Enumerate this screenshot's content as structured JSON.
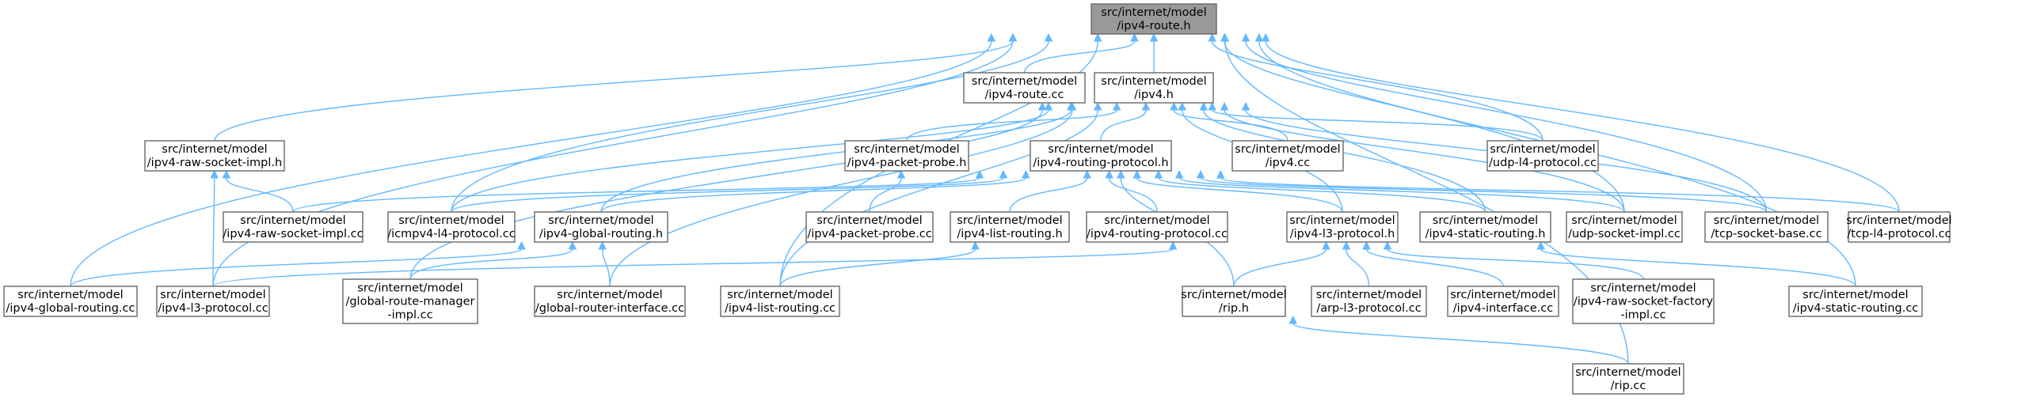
{
  "diagram": {
    "type": "include-dependency-graph",
    "colors": {
      "edge": "#63b8ff",
      "root_fill": "#999999",
      "node_fill": "#ffffff",
      "node_border": "#666666"
    },
    "nodes": [
      {
        "id": "ipv4_route_h",
        "lines": [
          "src/internet/model",
          "/ipv4-route.h"
        ],
        "root": true
      },
      {
        "id": "ipv4_route_cc",
        "lines": [
          "src/internet/model",
          "/ipv4-route.cc"
        ]
      },
      {
        "id": "ipv4_h",
        "lines": [
          "src/internet/model",
          "/ipv4.h"
        ]
      },
      {
        "id": "raw_socket_impl_h",
        "lines": [
          "src/internet/model",
          "/ipv4-raw-socket-impl.h"
        ]
      },
      {
        "id": "packet_probe_h",
        "lines": [
          "src/internet/model",
          "/ipv4-packet-probe.h"
        ]
      },
      {
        "id": "routing_protocol_h",
        "lines": [
          "src/internet/model",
          "/ipv4-routing-protocol.h"
        ]
      },
      {
        "id": "ipv4_cc",
        "lines": [
          "src/internet/model",
          "/ipv4.cc"
        ]
      },
      {
        "id": "udp_l4_cc",
        "lines": [
          "src/internet/model",
          "/udp-l4-protocol.cc"
        ]
      },
      {
        "id": "raw_socket_impl_cc",
        "lines": [
          "src/internet/model",
          "/ipv4-raw-socket-impl.cc"
        ]
      },
      {
        "id": "icmpv4_l4_cc",
        "lines": [
          "src/internet/model",
          "/icmpv4-l4-protocol.cc"
        ]
      },
      {
        "id": "global_routing_h",
        "lines": [
          "src/internet/model",
          "/ipv4-global-routing.h"
        ]
      },
      {
        "id": "packet_probe_cc",
        "lines": [
          "src/internet/model",
          "/ipv4-packet-probe.cc"
        ]
      },
      {
        "id": "list_routing_h",
        "lines": [
          "src/internet/model",
          "/ipv4-list-routing.h"
        ]
      },
      {
        "id": "routing_protocol_cc",
        "lines": [
          "src/internet/model",
          "/ipv4-routing-protocol.cc"
        ]
      },
      {
        "id": "l3_protocol_h",
        "lines": [
          "src/internet/model",
          "/ipv4-l3-protocol.h"
        ]
      },
      {
        "id": "static_routing_h",
        "lines": [
          "src/internet/model",
          "/ipv4-static-routing.h"
        ]
      },
      {
        "id": "udp_socket_impl_cc",
        "lines": [
          "src/internet/model",
          "/udp-socket-impl.cc"
        ]
      },
      {
        "id": "tcp_socket_base_cc",
        "lines": [
          "src/internet/model",
          "/tcp-socket-base.cc"
        ]
      },
      {
        "id": "tcp_l4_cc",
        "lines": [
          "src/internet/model",
          "/tcp-l4-protocol.cc"
        ]
      },
      {
        "id": "global_routing_cc",
        "lines": [
          "src/internet/model",
          "/ipv4-global-routing.cc"
        ]
      },
      {
        "id": "l3_protocol_cc",
        "lines": [
          "src/internet/model",
          "/ipv4-l3-protocol.cc"
        ]
      },
      {
        "id": "global_route_manager_impl_cc",
        "lines": [
          "src/internet/model",
          "/global-route-manager",
          "-impl.cc"
        ]
      },
      {
        "id": "global_router_interface_cc",
        "lines": [
          "src/internet/model",
          "/global-router-interface.cc"
        ]
      },
      {
        "id": "list_routing_cc",
        "lines": [
          "src/internet/model",
          "/ipv4-list-routing.cc"
        ]
      },
      {
        "id": "rip_h",
        "lines": [
          "src/internet/model",
          "/rip.h"
        ]
      },
      {
        "id": "arp_l3_cc",
        "lines": [
          "src/internet/model",
          "/arp-l3-protocol.cc"
        ]
      },
      {
        "id": "ipv4_interface_cc",
        "lines": [
          "src/internet/model",
          "/ipv4-interface.cc"
        ]
      },
      {
        "id": "raw_socket_factory_impl_cc",
        "lines": [
          "src/internet/model",
          "/ipv4-raw-socket-factory",
          "-impl.cc"
        ]
      },
      {
        "id": "static_routing_cc",
        "lines": [
          "src/internet/model",
          "/ipv4-static-routing.cc"
        ]
      },
      {
        "id": "rip_cc",
        "lines": [
          "src/internet/model",
          "/rip.cc"
        ]
      }
    ],
    "edges": [
      [
        "ipv4_route_h",
        "ipv4_route_cc"
      ],
      [
        "ipv4_route_h",
        "ipv4_h"
      ],
      [
        "ipv4_route_h",
        "raw_socket_impl_h"
      ],
      [
        "ipv4_route_h",
        "udp_l4_cc"
      ],
      [
        "ipv4_route_h",
        "icmpv4_l4_cc"
      ],
      [
        "ipv4_route_h",
        "global_routing_cc"
      ],
      [
        "ipv4_route_h",
        "l3_protocol_cc"
      ],
      [
        "ipv4_route_h",
        "list_routing_cc"
      ],
      [
        "ipv4_route_h",
        "udp_socket_impl_cc"
      ],
      [
        "ipv4_route_h",
        "tcp_socket_base_cc"
      ],
      [
        "ipv4_route_h",
        "tcp_l4_cc"
      ],
      [
        "ipv4_route_h",
        "static_routing_cc"
      ],
      [
        "ipv4_route_h",
        "rip_cc"
      ],
      [
        "ipv4_h",
        "packet_probe_h"
      ],
      [
        "ipv4_h",
        "routing_protocol_h"
      ],
      [
        "ipv4_h",
        "ipv4_cc"
      ],
      [
        "ipv4_h",
        "udp_l4_cc"
      ],
      [
        "ipv4_h",
        "icmpv4_l4_cc"
      ],
      [
        "ipv4_h",
        "global_routing_h"
      ],
      [
        "ipv4_h",
        "l3_protocol_h"
      ],
      [
        "ipv4_h",
        "static_routing_h"
      ],
      [
        "ipv4_h",
        "udp_socket_impl_cc"
      ],
      [
        "ipv4_h",
        "tcp_socket_base_cc"
      ],
      [
        "ipv4_h",
        "global_route_manager_impl_cc"
      ],
      [
        "ipv4_h",
        "global_router_interface_cc"
      ],
      [
        "ipv4_h",
        "list_routing_cc"
      ],
      [
        "raw_socket_impl_h",
        "raw_socket_impl_cc"
      ],
      [
        "raw_socket_impl_h",
        "l3_protocol_cc"
      ],
      [
        "packet_probe_h",
        "packet_probe_cc"
      ],
      [
        "routing_protocol_h",
        "raw_socket_impl_cc"
      ],
      [
        "routing_protocol_h",
        "icmpv4_l4_cc"
      ],
      [
        "routing_protocol_h",
        "global_routing_h"
      ],
      [
        "routing_protocol_h",
        "list_routing_h"
      ],
      [
        "routing_protocol_h",
        "routing_protocol_cc"
      ],
      [
        "routing_protocol_h",
        "l3_protocol_h"
      ],
      [
        "routing_protocol_h",
        "static_routing_h"
      ],
      [
        "routing_protocol_h",
        "udp_socket_impl_cc"
      ],
      [
        "routing_protocol_h",
        "tcp_socket_base_cc"
      ],
      [
        "routing_protocol_h",
        "tcp_l4_cc"
      ],
      [
        "routing_protocol_h",
        "rip_h"
      ],
      [
        "global_routing_h",
        "global_routing_cc"
      ],
      [
        "global_routing_h",
        "global_route_manager_impl_cc"
      ],
      [
        "global_routing_h",
        "global_router_interface_cc"
      ],
      [
        "list_routing_h",
        "list_routing_cc"
      ],
      [
        "l3_protocol_h",
        "l3_protocol_cc"
      ],
      [
        "l3_protocol_h",
        "rip_h"
      ],
      [
        "l3_protocol_h",
        "arp_l3_cc"
      ],
      [
        "l3_protocol_h",
        "ipv4_interface_cc"
      ],
      [
        "l3_protocol_h",
        "raw_socket_factory_impl_cc"
      ],
      [
        "static_routing_h",
        "static_routing_cc"
      ],
      [
        "rip_h",
        "rip_cc"
      ]
    ]
  }
}
